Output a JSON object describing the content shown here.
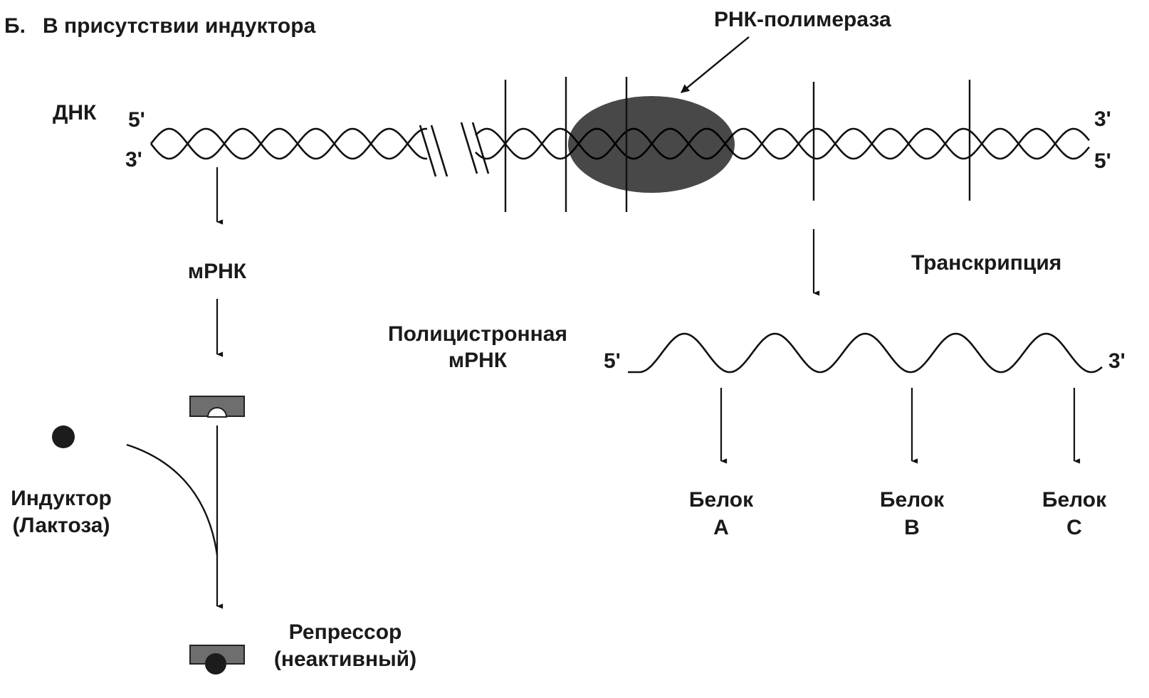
{
  "title": {
    "letter": "Б.",
    "text": "В присутствии индуктора"
  },
  "dna": {
    "label": "ДНК",
    "left_top": "5'",
    "left_bottom": "3'",
    "right_top": "3'",
    "right_bottom": "5'"
  },
  "polymerase": {
    "label": "РНК-полимераза"
  },
  "left_pathway": {
    "mrna_label": "мРНК",
    "inducer_label": [
      "Индуктор",
      "(Лактоза)"
    ],
    "repressor_label": [
      "Репрессор",
      "(неактивный)"
    ]
  },
  "right_pathway": {
    "transcription_label": "Транскрипция",
    "polycistronic_label": [
      "Полицистронная",
      "мРНК"
    ],
    "mrna_5": "5'",
    "mrna_3": "3'",
    "proteins": [
      {
        "word": "Белок",
        "letter": "A"
      },
      {
        "word": "Белок",
        "letter": "B"
      },
      {
        "word": "Белок",
        "letter": "C"
      }
    ]
  },
  "colors": {
    "ink": "#111111",
    "polymerase_fill": "#3a3a3a",
    "repressor_fill": "#6e6e6e",
    "inducer_fill": "#1c1c1c"
  }
}
